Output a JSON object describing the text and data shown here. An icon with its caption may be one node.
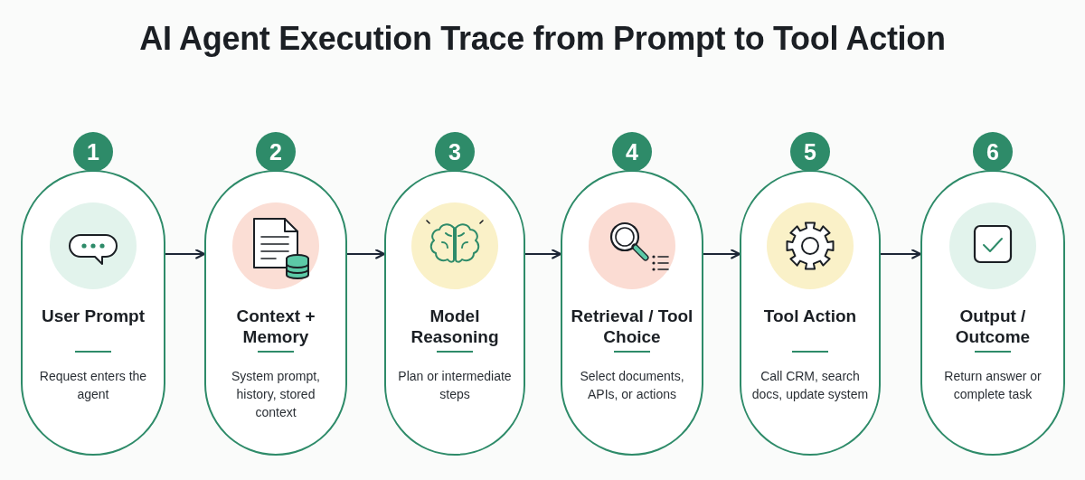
{
  "diagram": {
    "title": "AI Agent Execution Trace from Prompt to Tool Action",
    "nodes": [
      {
        "text": [
          "1",
          "User Prompt",
          "Request enters the agent"
        ]
      },
      {
        "text": [
          "2",
          "Context + Memory",
          "System prompt, history, stored context"
        ]
      },
      {
        "text": [
          "3",
          "Model Reasoning",
          "Plan or intermediate steps"
        ]
      },
      {
        "text": [
          "4",
          "Retrieval / Tool Choice",
          "Select documents, APIs, or actions"
        ]
      },
      {
        "text": [
          "5",
          "Tool Action",
          "Call CRM, search docs, update system"
        ]
      },
      {
        "text": [
          "6",
          "Output / Outcome",
          "Return answer or complete task"
        ]
      }
    ],
    "edges": [
      {
        "from": 0,
        "to": 1,
        "arrow": "to"
      },
      {
        "from": 1,
        "to": 2,
        "arrow": "to"
      },
      {
        "from": 2,
        "to": 3,
        "arrow": "to"
      },
      {
        "from": 3,
        "to": 4,
        "arrow": "to"
      },
      {
        "from": 4,
        "to": 5,
        "arrow": "to"
      }
    ]
  }
}
